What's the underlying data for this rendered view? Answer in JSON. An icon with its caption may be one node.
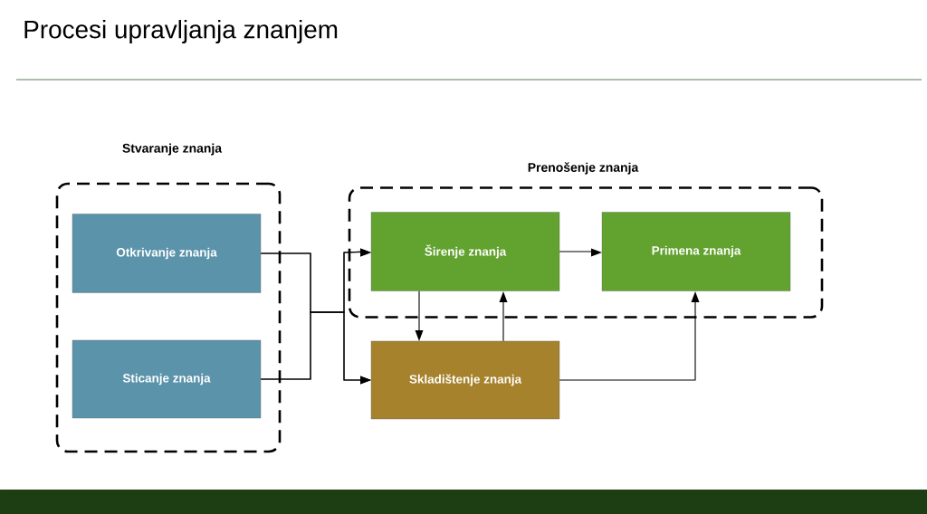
{
  "diagram": {
    "title": "Procesi upravljanja znanjem",
    "nodes": [
      {
        "text": [
          "Stvaranje znanja"
        ]
      },
      {
        "text": [
          "Otkrivanje znanja"
        ],
        "in": 0
      },
      {
        "text": [
          "Sticanje znanja"
        ],
        "in": 0
      },
      {
        "text": [
          "Prenošenje znanja"
        ]
      },
      {
        "text": [
          "Širenje znanja"
        ],
        "in": 3
      },
      {
        "text": [
          "Primena znanja"
        ],
        "in": 3
      },
      {
        "text": [
          "Skladištenje znanja"
        ]
      }
    ],
    "edges": [
      {
        "from": 1,
        "to": 4,
        "arrow": "to"
      },
      {
        "from": 1,
        "to": 6,
        "arrow": "to"
      },
      {
        "from": 2,
        "to": 4,
        "arrow": "to"
      },
      {
        "from": 2,
        "to": 6,
        "arrow": "to"
      },
      {
        "from": 4,
        "to": 5,
        "arrow": "to"
      },
      {
        "from": 4,
        "to": 6,
        "arrow": "to"
      },
      {
        "from": 6,
        "to": 4,
        "arrow": "to"
      },
      {
        "from": 6,
        "to": 5,
        "arrow": "to"
      }
    ]
  }
}
